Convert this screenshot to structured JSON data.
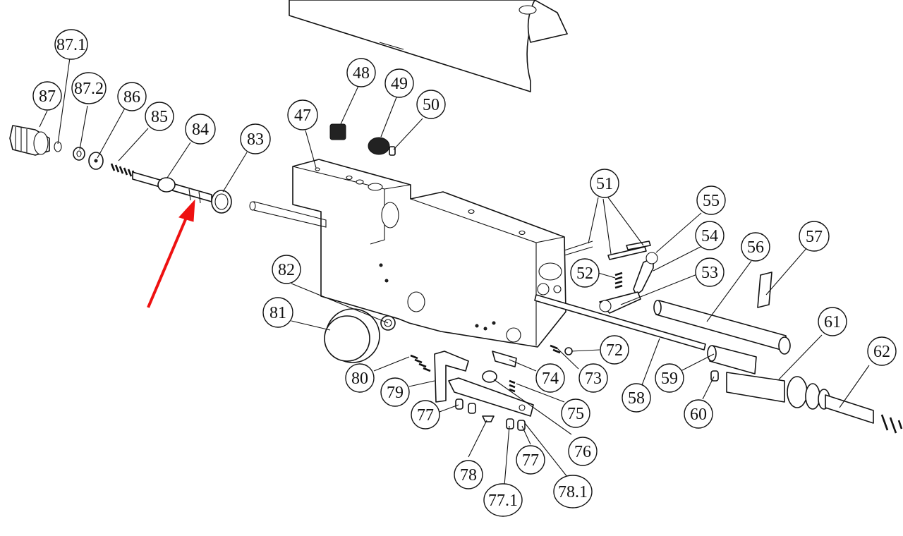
{
  "callouts": [
    {
      "id": "c-87-1",
      "label": "87.1"
    },
    {
      "id": "c-87",
      "label": "87"
    },
    {
      "id": "c-87-2",
      "label": "87.2"
    },
    {
      "id": "c-86",
      "label": "86"
    },
    {
      "id": "c-85",
      "label": "85"
    },
    {
      "id": "c-84",
      "label": "84"
    },
    {
      "id": "c-83",
      "label": "83"
    },
    {
      "id": "c-48",
      "label": "48"
    },
    {
      "id": "c-49",
      "label": "49"
    },
    {
      "id": "c-50",
      "label": "50"
    },
    {
      "id": "c-47",
      "label": "47"
    },
    {
      "id": "c-51",
      "label": "51"
    },
    {
      "id": "c-55",
      "label": "55"
    },
    {
      "id": "c-54",
      "label": "54"
    },
    {
      "id": "c-57",
      "label": "57"
    },
    {
      "id": "c-56",
      "label": "56"
    },
    {
      "id": "c-52",
      "label": "52"
    },
    {
      "id": "c-53",
      "label": "53"
    },
    {
      "id": "c-82",
      "label": "82"
    },
    {
      "id": "c-81",
      "label": "81"
    },
    {
      "id": "c-61",
      "label": "61"
    },
    {
      "id": "c-72",
      "label": "72"
    },
    {
      "id": "c-62",
      "label": "62"
    },
    {
      "id": "c-80",
      "label": "80"
    },
    {
      "id": "c-74",
      "label": "74"
    },
    {
      "id": "c-73",
      "label": "73"
    },
    {
      "id": "c-59",
      "label": "59"
    },
    {
      "id": "c-79",
      "label": "79"
    },
    {
      "id": "c-58",
      "label": "58"
    },
    {
      "id": "c-75",
      "label": "75"
    },
    {
      "id": "c-77-a",
      "label": "77"
    },
    {
      "id": "c-60",
      "label": "60"
    },
    {
      "id": "c-76",
      "label": "76"
    },
    {
      "id": "c-77-b",
      "label": "77"
    },
    {
      "id": "c-78",
      "label": "78"
    },
    {
      "id": "c-78-1",
      "label": "78.1"
    },
    {
      "id": "c-77-1",
      "label": "77.1"
    }
  ],
  "highlight_arrow": {
    "color": "#ee1111"
  }
}
